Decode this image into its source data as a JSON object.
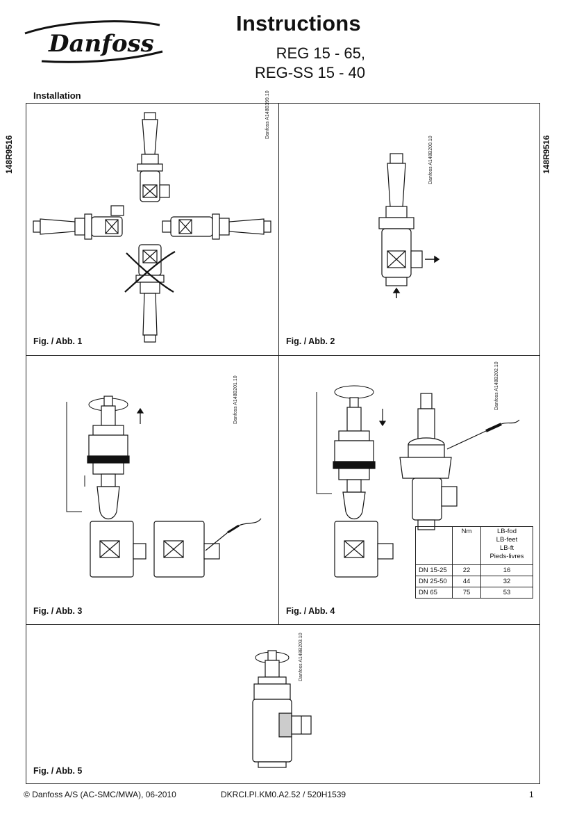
{
  "header": {
    "brand": "Danfoss",
    "title": "Instructions",
    "subtitle_1": "REG 15 - 65,",
    "subtitle_2": "REG-SS 15 - 40",
    "section": "Installation",
    "side_code": "148R9516"
  },
  "figures": [
    {
      "label": "Fig. / Abb. 1",
      "code": "Danfoss A148B199.10"
    },
    {
      "label": "Fig. / Abb. 2",
      "code": "Danfoss A148B200.10"
    },
    {
      "label": "Fig. / Abb. 3",
      "code": "Danfoss A148B201.10"
    },
    {
      "label": "Fig. / Abb. 4",
      "code": "Danfoss A148B202.10"
    },
    {
      "label": "Fig. / Abb. 5",
      "code": "Danfoss A148B203.10"
    }
  ],
  "torque_table": {
    "headers": [
      "",
      "Nm",
      "LB-fod",
      "LB-feet",
      "LB-ft",
      "Pieds-livres"
    ],
    "rows": [
      [
        "DN 15-25",
        "22",
        "16"
      ],
      [
        "DN 25-50",
        "44",
        "32"
      ],
      [
        "DN 65",
        "75",
        "53"
      ]
    ]
  },
  "footer": {
    "copyright": "© Danfoss A/S (AC-SMC/MWA), 06-2010",
    "doc_code": "DKRCI.PI.KM0.A2.52 / 520H1539",
    "page": "1"
  },
  "colors": {
    "ink": "#111111",
    "frame": "#222222",
    "background": "#ffffff"
  }
}
